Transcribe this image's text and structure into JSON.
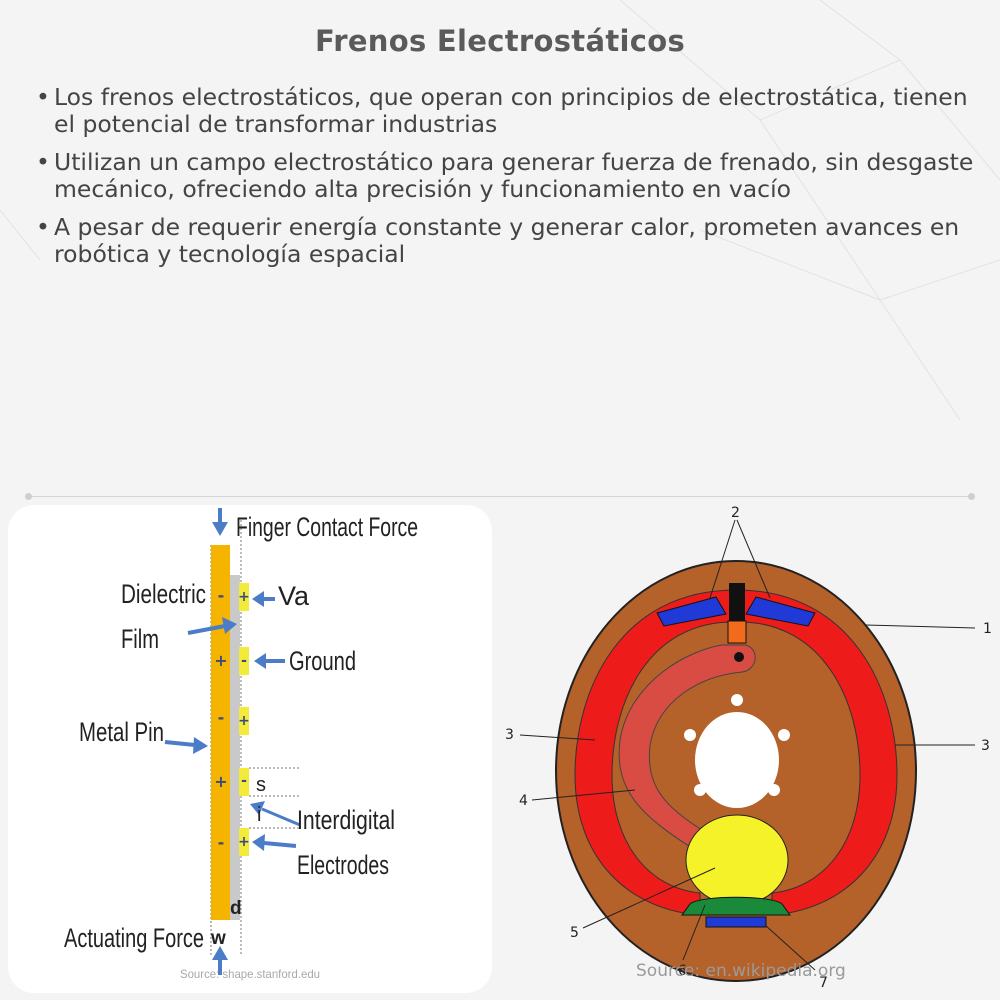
{
  "page": {
    "title": "Frenos Electrostáticos",
    "bullets": [
      "Los frenos electrostáticos, que operan con principios de electrostática, tienen el potencial de transformar industrias",
      "Utilizan un campo electrostático para generar fuerza de frenado, sin desgaste mecánico, ofreciendo alta precisión y funcionamiento en vacío",
      "A pesar de requerir energía constante y generar calor, prometen avances en robótica y tecnología espacial"
    ]
  },
  "left_figure": {
    "labels": {
      "finger_force": "Finger Contact Force",
      "dielectric": "Dielectric",
      "film": "Film",
      "va": "Va",
      "ground": "Ground",
      "metal_pin": "Metal Pin",
      "s": "s",
      "i": "i",
      "interdigital": "Interdigital",
      "electrodes": "Electrodes",
      "d": "d",
      "actuating_force": "Actuating Force",
      "w": "w"
    },
    "source": "Source: shape.stanford.edu",
    "colors": {
      "pin": "#f5b400",
      "electrode": "#f3ea3a",
      "arrow": "#4a7cc7"
    }
  },
  "right_figure": {
    "numbers": {
      "n1": "1",
      "n2": "2",
      "n3_left": "3",
      "n3_right": "3",
      "n4": "4",
      "n5": "5",
      "n6": "6",
      "n7": "7"
    },
    "source": "Source: en.wikipedia.org",
    "colors": {
      "drum": "#b5612a",
      "shoe": "#ee1b1b",
      "pad": "#1f3ad6",
      "cam": "#f6f22a",
      "spring": "#d94c44"
    }
  }
}
